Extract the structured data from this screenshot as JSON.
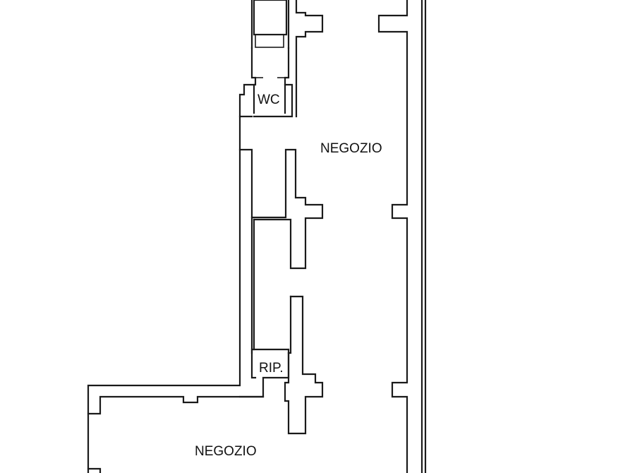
{
  "floor_plan": {
    "rooms": [
      {
        "id": "negozio-upper",
        "label": "NEGOZIO"
      },
      {
        "id": "wc",
        "label": "WC"
      },
      {
        "id": "ripostiglio",
        "label": "RIP."
      },
      {
        "id": "negozio-lower",
        "label": "NEGOZIO"
      }
    ]
  }
}
